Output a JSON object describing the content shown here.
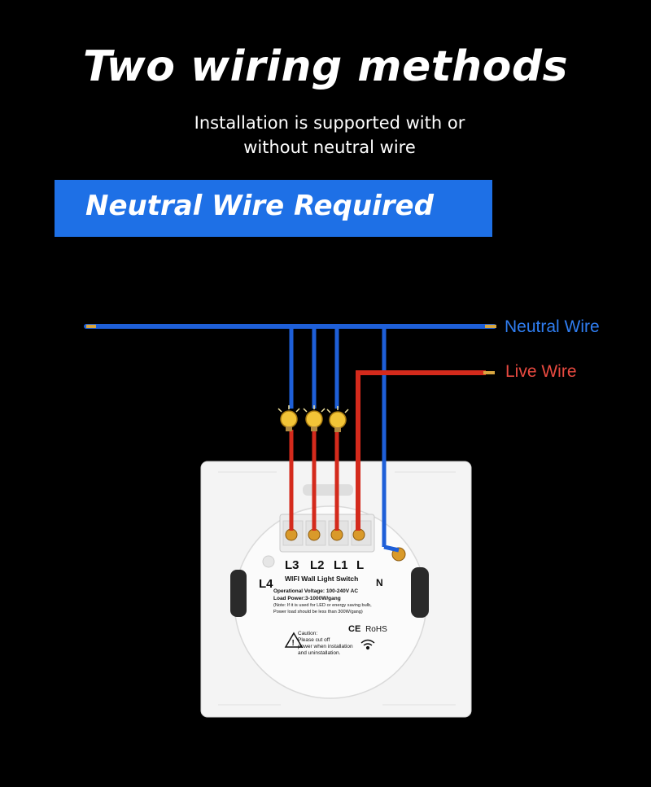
{
  "title": "Two wiring methods",
  "subtitle": {
    "line1": "Installation is supported with or",
    "line2": "without neutral wire"
  },
  "banner": {
    "label": "Neutral Wire Required"
  },
  "wires": {
    "neutral_label": "Neutral Wire",
    "live_label": "Live Wire",
    "neutral_color": "#1e5fd8",
    "live_color": "#d42a1c"
  },
  "switch": {
    "terminals": [
      "L3",
      "L2",
      "L1",
      "L",
      "L4",
      "N"
    ],
    "product_name": "WIFI Wall Light Switch",
    "voltage": "Operational Voltage: 100-240V AC",
    "load": "Load Power:3-1000W/gang",
    "note_line1": "(Note: If it is used for LED or energy saving bulb,",
    "note_line2": "Power load should be less than 300W/gang)",
    "caution": {
      "line1": "Caution:",
      "line2": "Please cut off",
      "line3": "power when installation",
      "line4": "and uninstallation."
    },
    "ce": "CE",
    "rohs": "RoHS"
  }
}
